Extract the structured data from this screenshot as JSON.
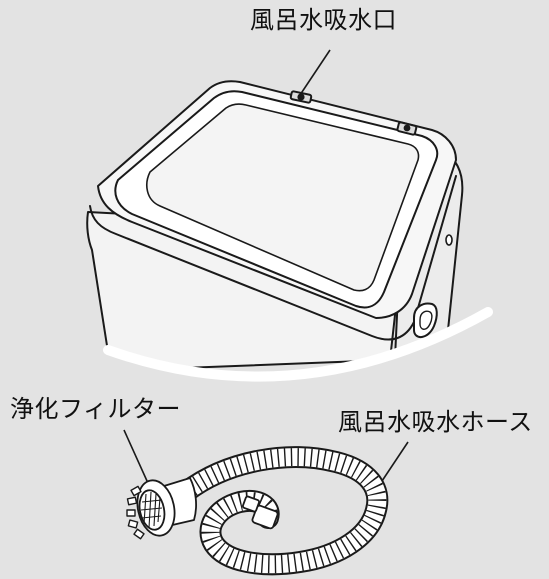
{
  "labels": {
    "bath_water_inlet": "風呂水吸水口",
    "purification_filter": "浄化フィルター",
    "bath_water_hose": "風呂水吸水ホース"
  },
  "colors": {
    "background": "#e3e3e3",
    "machine_fill": "#f2f2f2",
    "line": "#1a1a1a"
  }
}
